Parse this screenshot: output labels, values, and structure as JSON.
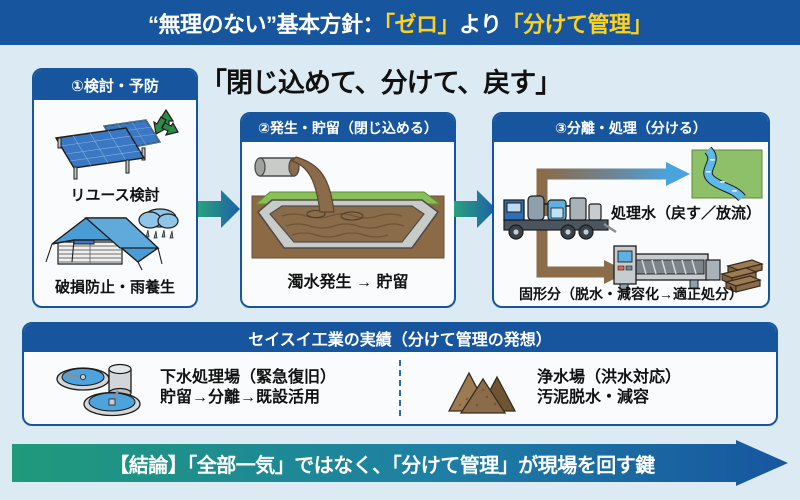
{
  "header": {
    "title_plain_1": "“無理のない”基本方針：",
    "title_highlight_1": "「ゼロ」",
    "title_plain_2": "より",
    "title_highlight_2": "「分けて管理」",
    "accent_color": "#ffd21e",
    "bar_color": "#17569f"
  },
  "headline": {
    "text": "「閉じ込めて、分けて、戻す」"
  },
  "panels": [
    {
      "id": "panel1",
      "title": "①検討・予防",
      "items": [
        {
          "icon": "solar-panels-recycle-icon",
          "caption": "リユース検討"
        },
        {
          "icon": "tarp-rain-cover-icon",
          "caption": "破損防止・雨養生"
        }
      ]
    },
    {
      "id": "panel2",
      "title": "②発生・貯留（閉じ込める）",
      "items": [
        {
          "icon": "settling-pond-icon",
          "caption": "濁水発生 → 貯留"
        }
      ]
    },
    {
      "id": "panel3",
      "title": "③分離・処理（分ける）",
      "items": [
        {
          "icon": "treatment-truck-icon",
          "caption": ""
        },
        {
          "icon": "river-discharge-icon",
          "caption": "処理水（戻す／放流）"
        },
        {
          "icon": "dewatering-press-icon",
          "caption": "固形分（脱水・減容化→適正処分）"
        }
      ]
    }
  ],
  "results": {
    "title": "セイスイ工業の実績（分けて管理の発想）",
    "entries": [
      {
        "icon": "clarifier-tanks-icon",
        "line1": "下水処理場（緊急復旧）",
        "line2": "貯留→分離→既設活用"
      },
      {
        "icon": "sludge-piles-icon",
        "line1": "浄水場（洪水対応）",
        "line2": "汚泥脱水・減容"
      }
    ]
  },
  "footer": {
    "text": "【結論】「全部一気」ではなく、「分けて管理」が現場を回す鍵",
    "gradient_start": "#1f9a7a",
    "gradient_end": "#17569f"
  },
  "colors": {
    "page_background": "#dbeaf3",
    "panel_background": "#fafbfc",
    "panel_border": "#17569f",
    "arrow_green": "#2aa17f",
    "arrow_blue": "#1d5fa6",
    "muddy_water": "#8a6b4a",
    "solar_blue": "#3b78c3",
    "recycle_green": "#2e8b45"
  }
}
